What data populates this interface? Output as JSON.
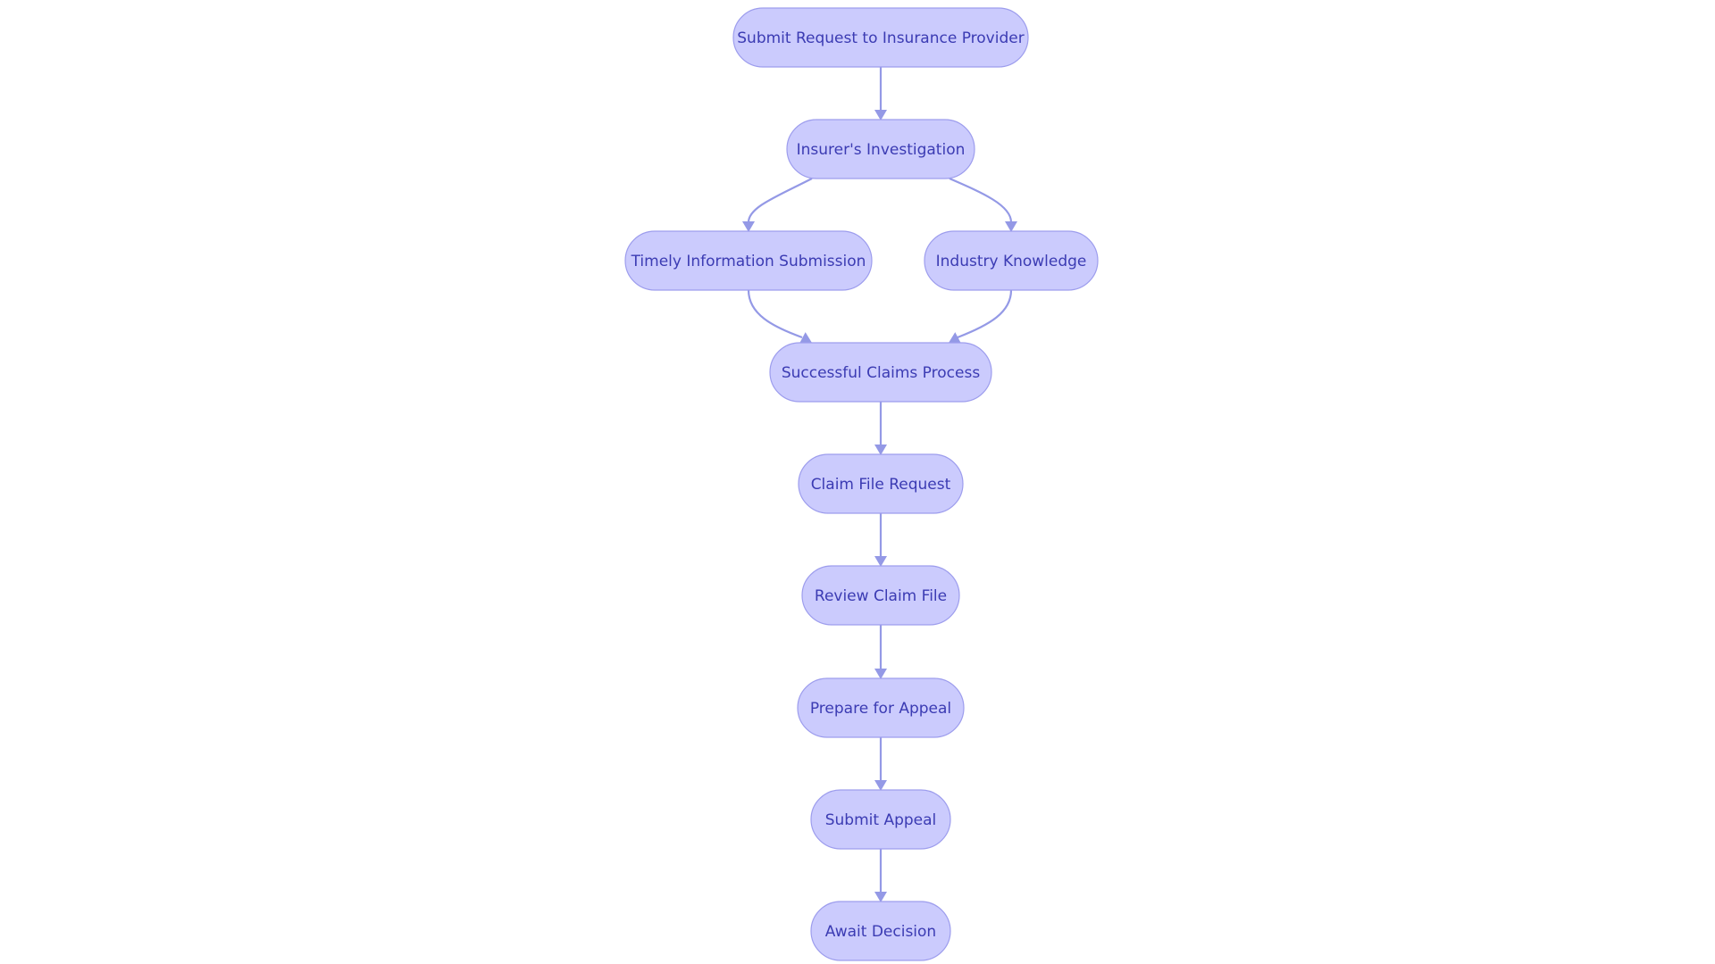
{
  "nodes": [
    {
      "id": "submit-request",
      "label": "Submit Request to Insurance Provider"
    },
    {
      "id": "insurers-investigation",
      "label": "Insurer's Investigation"
    },
    {
      "id": "timely-information",
      "label": "Timely Information Submission"
    },
    {
      "id": "industry-knowledge",
      "label": "Industry Knowledge"
    },
    {
      "id": "successful-claims",
      "label": "Successful Claims Process"
    },
    {
      "id": "claim-file-request",
      "label": "Claim File Request"
    },
    {
      "id": "review-claim-file",
      "label": "Review Claim File"
    },
    {
      "id": "prepare-appeal",
      "label": "Prepare for Appeal"
    },
    {
      "id": "submit-appeal",
      "label": "Submit Appeal"
    },
    {
      "id": "await-decision",
      "label": "Await Decision"
    }
  ],
  "edges": [
    {
      "from": "submit-request",
      "to": "insurers-investigation"
    },
    {
      "from": "insurers-investigation",
      "to": "timely-information"
    },
    {
      "from": "insurers-investigation",
      "to": "industry-knowledge"
    },
    {
      "from": "timely-information",
      "to": "successful-claims"
    },
    {
      "from": "industry-knowledge",
      "to": "successful-claims"
    },
    {
      "from": "successful-claims",
      "to": "claim-file-request"
    },
    {
      "from": "claim-file-request",
      "to": "review-claim-file"
    },
    {
      "from": "review-claim-file",
      "to": "prepare-appeal"
    },
    {
      "from": "prepare-appeal",
      "to": "submit-appeal"
    },
    {
      "from": "submit-appeal",
      "to": "await-decision"
    }
  ],
  "colors": {
    "node_fill": "#cbcbfd",
    "node_border": "#9d9ded",
    "text": "#3b3bb3",
    "edge": "#9499e6",
    "background": "#ffffff"
  }
}
